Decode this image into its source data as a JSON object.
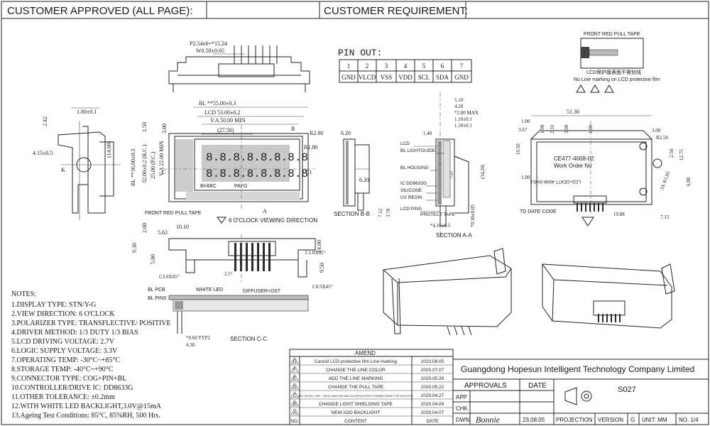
{
  "header": {
    "customer_approved": "CUSTOMER   APPROVED   (ALL   PAGE):",
    "customer_requirement": "CUSTOMER   REQUIREMENT:"
  },
  "pin_out": {
    "title": "PIN OUT:",
    "numbers": [
      "1",
      "2",
      "3",
      "4",
      "5",
      "6",
      "7"
    ],
    "names": [
      "GND",
      "VLCD",
      "VSS",
      "VDD",
      "SCL",
      "SDA",
      "GND"
    ]
  },
  "front_view": {
    "dims": {
      "bl_w": "BL **55.00±0.3",
      "lcd_w": "LCD 53.00±0.2",
      "va_w": "V.A 50.00 MIN",
      "w_27": "(27.50)",
      "r280": "R2.80",
      "r180": "R1.80",
      "bl_h": "BL **36.00±0.3",
      "lcd_h": "32.00±0.2 (B.C.)",
      "h_2500": "25.00 (P.C.)",
      "va_h": "V.A 22.00 MIN",
      "d150": "1.50",
      "d300": "3.00",
      "d14": "(14.00)"
    },
    "segment_text": "8.8.8.8.8.8.8.8",
    "bottom_text_left": "B≠ABC",
    "bottom_text_mid": "PAYG",
    "pull_tape": "FRONT RED PULL TAPE",
    "view_direction": "6 O'CLOCK VIEWING DIRECTION",
    "mark_a": "A",
    "mark_b": "B",
    "mark_c": "C",
    "mark_c1": "C1"
  },
  "top_view": {
    "pitch": "P2.54x6=*15.24",
    "pin_w": "W0.50±0.05"
  },
  "left_view": {
    "d180": "1.80±0.1",
    "d242": "2.42",
    "d415": "4.15±0.5",
    "mark_k": "K"
  },
  "section_bb": {
    "label": "SECTION B-B",
    "d620a": "6.20",
    "d620b": "6.20",
    "d712": "7.12",
    "d370": "3.70"
  },
  "section_aa": {
    "label": "SECTION A-A",
    "d510": "5.10",
    "d420": "4.20",
    "d280": "*2.80 MAX",
    "d110a": "1.10±0.1",
    "d110b": "1.10±0.1",
    "d140": "1.40",
    "d3420": "(34.20)",
    "d416": "*4.16±0.5",
    "d030": "*0.30±0.05",
    "angle": "93°±3°",
    "parts": [
      "LCD",
      "BL LIGHTGUIDE",
      "BL HOUSING",
      "IC:DD8633G",
      "SILICONE",
      "UV RESIN",
      "LCD PINS",
      "PROTECT TAPE"
    ]
  },
  "rear_view": {
    "d5130": "51.30",
    "d100a": "1.00",
    "d367": "3.67",
    "d100b": "1.00",
    "d233": "2.33",
    "d300a": "3.00",
    "d100c": "1.00",
    "d300b": "3.00",
    "r250": "R2.50",
    "d1650": "16.50",
    "d250": "2.50",
    "d1275": "12.75",
    "d100d": "1.00",
    "d680": "6.80",
    "d3x": "3X R1.85",
    "d1988": "19.88",
    "d715": "7.15",
    "part_no": "CE477-4008-02",
    "work_order": "Work Order No",
    "td_code": "TD DATE CODE",
    "label_text": "LCD-CE477-4008-SVG1"
  },
  "tape_detail": {
    "title": "FRONT RED PULL TAPE",
    "cn_note": "LCD保护膜表面不需划线",
    "en_note": "No Line marking on LCD protective film"
  },
  "bottom_view": {
    "d1010": "10.10",
    "d562": "5.62",
    "d200": "2.00",
    "d930": "9.30",
    "d580": "5.80",
    "d1400": "14.00",
    "d950": "9.50",
    "chamfer1": "C1.0X45°",
    "chamfer2": "C3.0X45°",
    "chamfer3": "C0.5X45°",
    "angle": "2.5°"
  },
  "section_cc": {
    "label": "SECTION C-C",
    "bl_pcb": "BL PCB",
    "bl_pins": "BL PINS",
    "white_led": "WHITE LED",
    "diffuser": "DIFFUSER+DST",
    "d060": "*0.60 TYP2",
    "d430": "4.30"
  },
  "notes": {
    "title": "NOTES:",
    "items": [
      "1.DISPLAY TYPE: STN/Y-G",
      "2.VIEW DIRECTION: 6 O'CLOCK",
      "3.POLARIZER TYPE: TRANSFLECTIVE/ POSITIVE",
      "4.DRIVER METHOD: 1/3 DUTY 1/3 BIAS",
      "5.LCD DRIVING VOLTAGE: 2.7V",
      "6.LOGIC SUPPLY VOLTAGE: 3.3V",
      "7.OPERATING TEMP: -30°C~+85°C",
      "8.STORAGE TEMP: -40°C~+90°C",
      "9.CONNECTOR TYPE: COG+PIN+BL",
      "10.CONTROLLER/DRIVE IC: DD8633G",
      "11.OTHER TOLERANCE: ±0.2mm",
      "12.WITH WHITE LED BACKLIGHT,3.0V@15mA",
      "13.Ageing Test Conditions: 85°C, 85%RH, 500 Hrs."
    ]
  },
  "amend": {
    "title": "AMEND",
    "rows": [
      {
        "content": "Cancel LCD protective film Line marking",
        "date": "2023.08.05"
      },
      {
        "content": "CHANGE THE LINE COLOR",
        "date": "2020.07.07"
      },
      {
        "content": "ADD THE LINE MARKING",
        "date": "2020.05.28"
      },
      {
        "content": "CHANGE THE PULL TAPE",
        "date": "2020.05.22"
      },
      {
        "content": "ADD THE PULL TAPE , THE BL DATECODE AND LCD DISPLAY EFFECT DRAWING MODIFY THE HOLE OF BL",
        "date": "2020.04.27"
      },
      {
        "content": "CHANGE LIGHT SHIELDING TAPE",
        "date": "2020.04.09"
      },
      {
        "content": "NEW ADD BACKLIGHT",
        "date": "2020.04.07"
      }
    ],
    "rev_marks": [
      "G",
      "F",
      "E",
      "D",
      "C",
      "B",
      "A"
    ],
    "footer": {
      "no": "NO.",
      "content": "CONTENT",
      "date": "DATE"
    }
  },
  "title_block": {
    "company": "Guangdong Hopesun Intelligent Technology Company Limited",
    "approvals": "APPROVALS",
    "date_label": "DATE",
    "part": "S027",
    "app": "APP",
    "chk": "CHK",
    "dwn": "DWN",
    "signature": "Bonnie",
    "dwn_date": "23.08.05",
    "projection": "PROJECTION",
    "version_label": "VERSION",
    "version": "G",
    "unit": "UNIT: MM",
    "sheet": "NO. 1/4"
  }
}
